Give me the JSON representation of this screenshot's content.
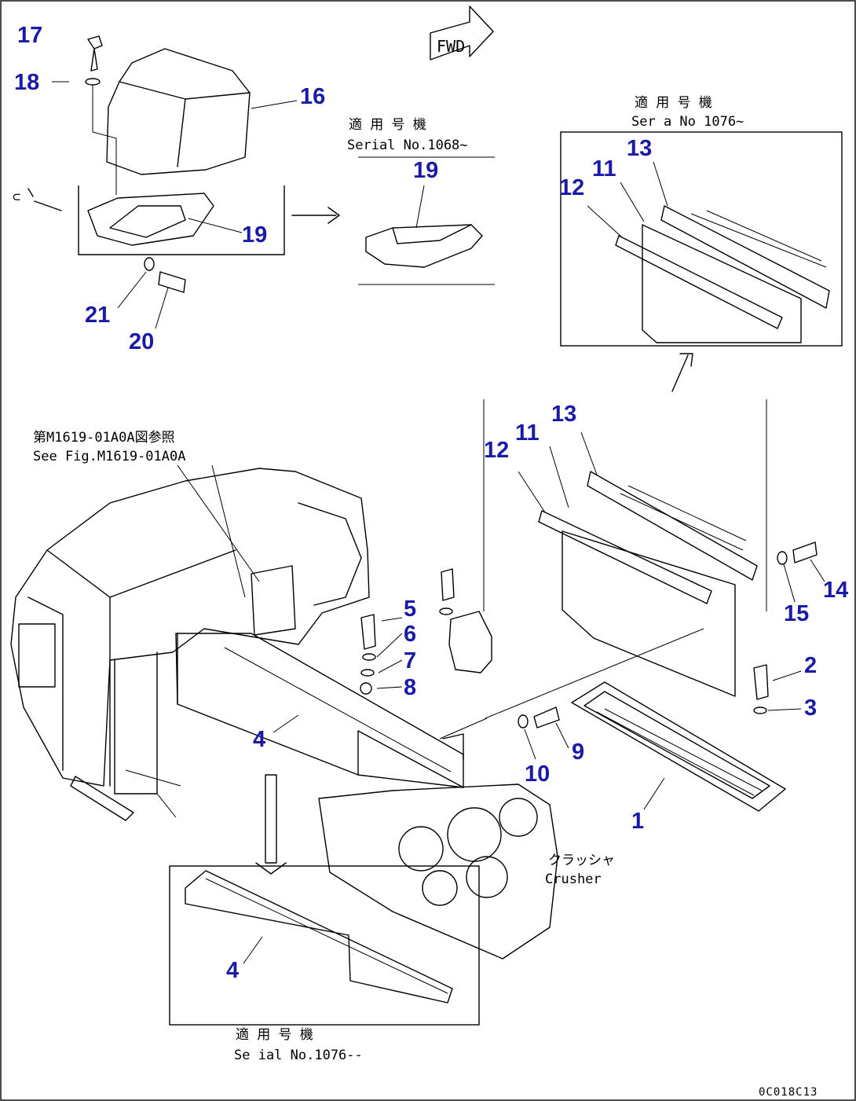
{
  "figure": {
    "code": "0C018C13",
    "fwd_label": "FWD"
  },
  "notes": {
    "n1068_jp": "適 用 号 機",
    "n1068_en": "Serial No.1068~",
    "n1076a_jp": "適 用 号 機",
    "n1076a_en": "Ser a  No 1076~",
    "n1076b_jp": "適 用 号 機",
    "n1076b_en": "Se ial No.1076--",
    "ref_jp": "第M1619-01A0A図参照",
    "ref_en": "See Fig.M1619-01A0A",
    "crusher_jp": "クラッシャ",
    "crusher_en": "Crusher"
  },
  "callouts": {
    "c1": "1",
    "c2": "2",
    "c3": "3",
    "c4a": "4",
    "c4b": "4",
    "c5": "5",
    "c6": "6",
    "c7": "7",
    "c8": "8",
    "c9": "9",
    "c10": "10",
    "c11a": "11",
    "c11b": "11",
    "c12a": "12",
    "c12b": "12",
    "c13a": "13",
    "c13b": "13",
    "c14": "14",
    "c15": "15",
    "c16": "16",
    "c17": "17",
    "c18": "18",
    "c19a": "19",
    "c19b": "19",
    "c20": "20",
    "c21": "21"
  },
  "colors": {
    "callout": "#1a1aa8",
    "line": "#000000",
    "background": "#ffffff"
  }
}
